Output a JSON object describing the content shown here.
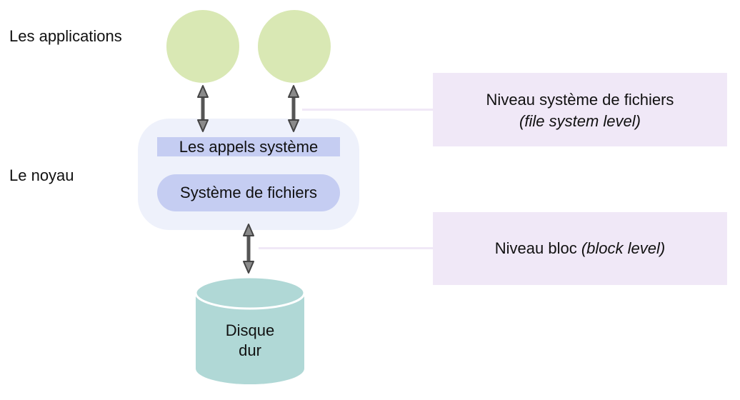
{
  "labels": {
    "applications": "Les applications",
    "kernel": "Le noyau"
  },
  "kernel": {
    "syscalls": "Les appels système",
    "filesystem": "Système de fichiers"
  },
  "levels": {
    "fs_level_fr": "Niveau système de fichiers",
    "fs_level_en": "(file system level)",
    "block_level_fr": "Niveau bloc",
    "block_level_en": "(block level)"
  },
  "disk": {
    "label": "Disque\ndur"
  },
  "colors": {
    "app_circle": "#d9e8b4",
    "kernel_bg": "#eef1fb",
    "kernel_item": "#c5cdf2",
    "level_box": "#f0e8f7",
    "disk": "#b0d8d6",
    "arrow": "#555555"
  }
}
